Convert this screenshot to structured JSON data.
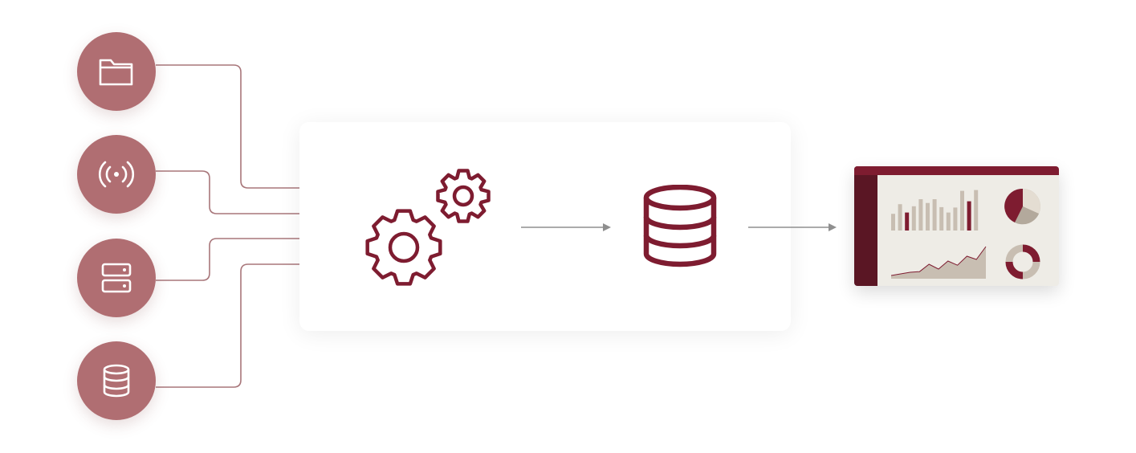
{
  "sources": [
    {
      "name": "files",
      "icon": "folder-icon"
    },
    {
      "name": "streaming",
      "icon": "broadcast-icon"
    },
    {
      "name": "servers",
      "icon": "server-icon"
    },
    {
      "name": "databases",
      "icon": "database-icon"
    }
  ],
  "processing": {
    "icon": "gears-icon"
  },
  "storage": {
    "icon": "database-icon"
  },
  "output": {
    "icon": "dashboard-icon",
    "bar_chart": {
      "type": "bar",
      "values": [
        0.4,
        0.63,
        0.43,
        0.58,
        0.75,
        0.66,
        0.75,
        0.56,
        0.43,
        0.55,
        0.95,
        0.7,
        0.97
      ]
    },
    "area_chart": {
      "type": "area",
      "values": [
        0.1,
        0.15,
        0.2,
        0.22,
        0.45,
        0.3,
        0.55,
        0.42,
        0.7,
        0.6,
        1.0
      ]
    }
  },
  "colors": {
    "source_circle": "#b06e72",
    "accent": "#7e1c30",
    "connector": "#a8767a",
    "arrow": "#8f8f8f",
    "dash_dark": "#5a1624",
    "dash_bar_gray": "#c8beb2",
    "dash_bg": "#eeece6"
  }
}
